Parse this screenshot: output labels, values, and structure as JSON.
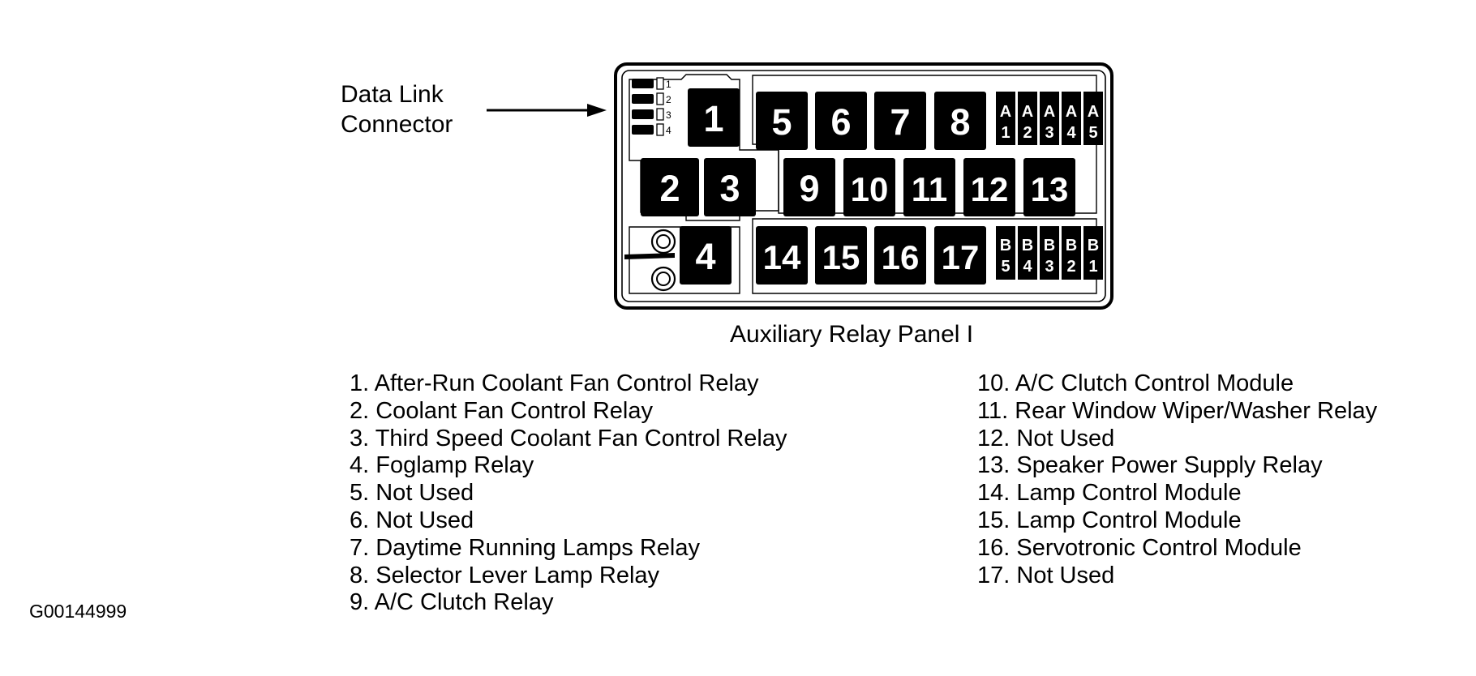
{
  "connector_label": [
    "Data Link",
    "Connector"
  ],
  "connector_pins": [
    "1",
    "2",
    "3",
    "4"
  ],
  "panel_title": "Auxiliary Relay Panel I",
  "relays": {
    "r1": "1",
    "r2": "2",
    "r3": "3",
    "r4": "4",
    "r5": "5",
    "r6": "6",
    "r7": "7",
    "r8": "8",
    "r9": "9",
    "r10": "10",
    "r11": "11",
    "r12": "12",
    "r13": "13",
    "r14": "14",
    "r15": "15",
    "r16": "16",
    "r17": "17"
  },
  "fuses_top": [
    {
      "letter": "A",
      "num": "1"
    },
    {
      "letter": "A",
      "num": "2"
    },
    {
      "letter": "A",
      "num": "3"
    },
    {
      "letter": "A",
      "num": "4"
    },
    {
      "letter": "A",
      "num": "5"
    }
  ],
  "fuses_bottom": [
    {
      "letter": "B",
      "num": "5"
    },
    {
      "letter": "B",
      "num": "4"
    },
    {
      "letter": "B",
      "num": "3"
    },
    {
      "letter": "B",
      "num": "2"
    },
    {
      "letter": "B",
      "num": "1"
    }
  ],
  "legend_left": [
    "1. After-Run Coolant Fan Control Relay",
    "2. Coolant Fan Control Relay",
    "3. Third Speed Coolant Fan Control Relay",
    "4. Foglamp Relay",
    "5. Not Used",
    "6. Not Used",
    "7. Daytime Running Lamps Relay",
    "8. Selector Lever Lamp Relay",
    "9. A/C Clutch Relay"
  ],
  "legend_right": [
    "10. A/C Clutch Control Module",
    "11. Rear Window Wiper/Washer Relay",
    "12. Not Used",
    "13. Speaker Power Supply Relay",
    "14. Lamp Control Module",
    "15. Lamp Control Module",
    "16. Servotronic Control Module",
    "17. Not Used"
  ],
  "figure_id": "G00144999"
}
